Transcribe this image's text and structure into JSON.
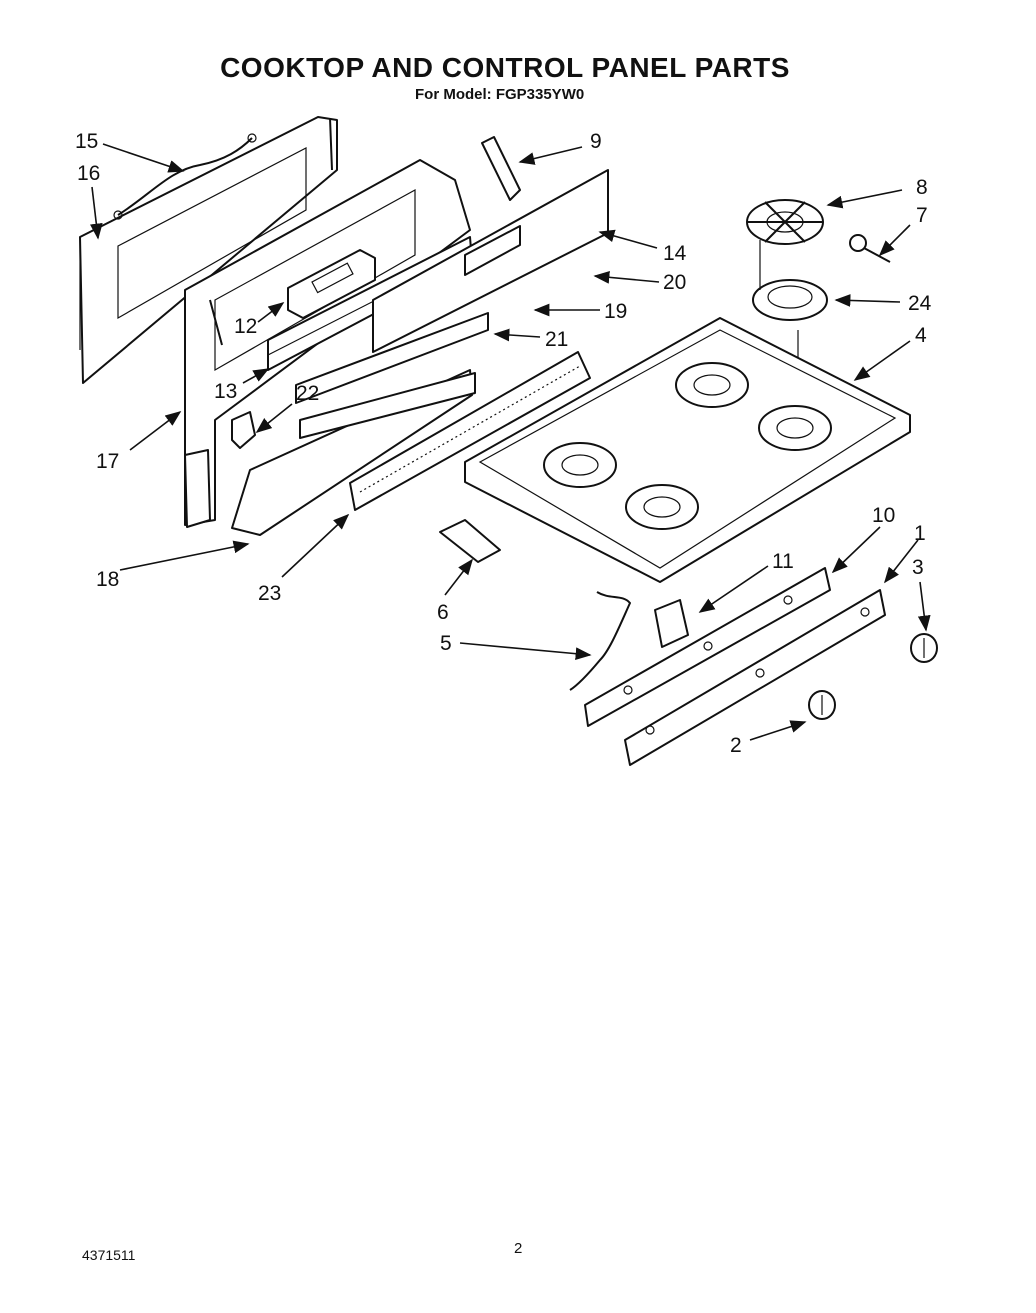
{
  "header": {
    "title": "COOKTOP AND CONTROL PANEL PARTS",
    "model_line": "For Model: FGP335YW0"
  },
  "footer": {
    "doc_code": "4371511",
    "page_number": "2"
  },
  "callouts": {
    "c1": "1",
    "c2": "2",
    "c3": "3",
    "c4": "4",
    "c5": "5",
    "c6": "6",
    "c7": "7",
    "c8": "8",
    "c9": "9",
    "c10": "10",
    "c11": "11",
    "c12": "12",
    "c13": "13",
    "c14": "14",
    "c15": "15",
    "c16": "16",
    "c17": "17",
    "c18": "18",
    "c19": "19",
    "c20": "20",
    "c21": "21",
    "c22": "22",
    "c23": "23",
    "c24": "24"
  }
}
